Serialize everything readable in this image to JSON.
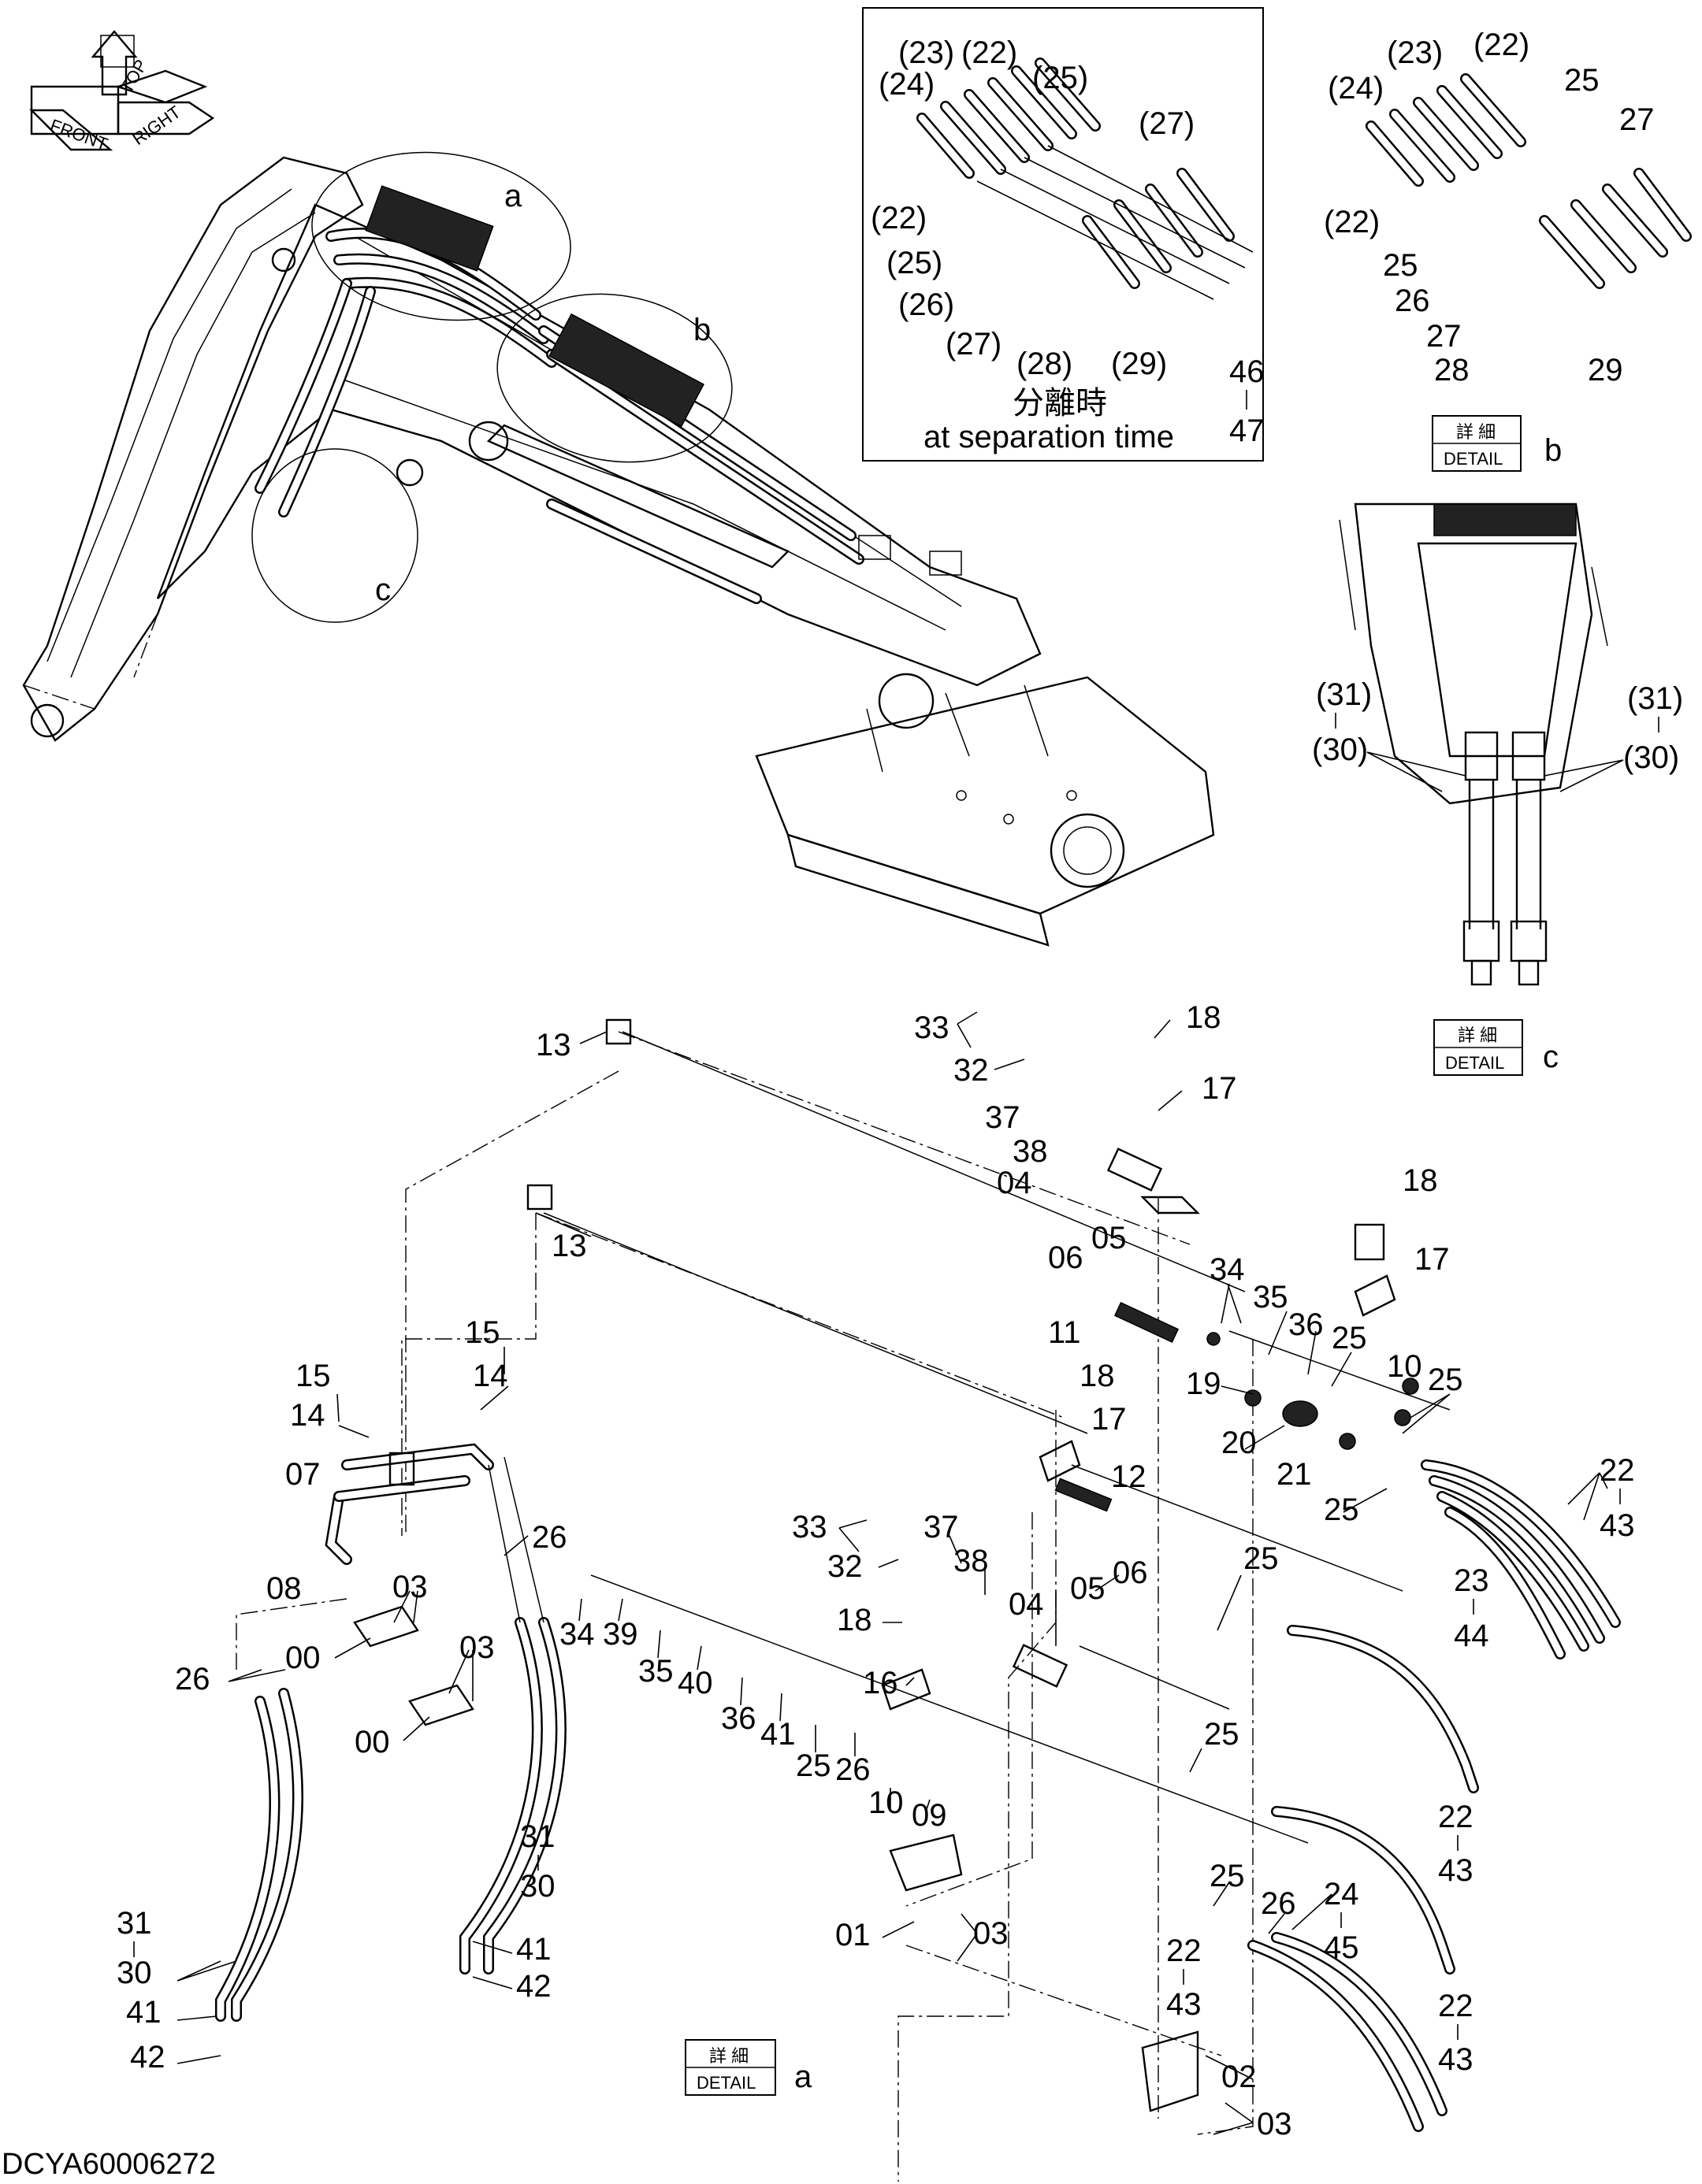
{
  "drawing_code": "DCYA60006272",
  "orientation": {
    "top": "TOP",
    "right": "RIGHT",
    "front": "FRONT"
  },
  "separation": {
    "jp": "分離時",
    "en": "at separation time"
  },
  "details": [
    {
      "jp": "詳 細",
      "en": "DETAIL",
      "letter": "a"
    },
    {
      "jp": "詳 細",
      "en": "DETAIL",
      "letter": "b"
    },
    {
      "jp": "詳 細",
      "en": "DETAIL",
      "letter": "c"
    }
  ],
  "zone_letters": [
    "a",
    "b",
    "c"
  ],
  "inset_sep_labels": [
    "(22)",
    "(23)",
    "(24)",
    "(25)",
    "(27)",
    "(22)",
    "(25)",
    "(26)",
    "(27)",
    "(28)",
    "(29)",
    "46",
    "47"
  ],
  "inset_b_labels": [
    "(22)",
    "(23)",
    "(24)",
    "25",
    "27",
    "(22)",
    "25",
    "26",
    "27",
    "28",
    "29"
  ],
  "inset_c_labels": [
    "(31)",
    "(30)",
    "(31)",
    "(30)"
  ],
  "parts": [
    "13",
    "13",
    "33",
    "32",
    "18",
    "17",
    "37",
    "38",
    "04",
    "06",
    "05",
    "18",
    "17",
    "34",
    "35",
    "36",
    "25",
    "10",
    "25",
    "11",
    "19",
    "20",
    "21",
    "25",
    "22",
    "43",
    "23",
    "44",
    "18",
    "17",
    "12",
    "15",
    "14",
    "15",
    "14",
    "07",
    "26",
    "08",
    "03",
    "00",
    "03",
    "00",
    "26",
    "31",
    "30",
    "31",
    "30",
    "41",
    "42",
    "41",
    "42",
    "33",
    "32",
    "37",
    "38",
    "04",
    "05",
    "06",
    "18",
    "16",
    "34",
    "39",
    "35",
    "40",
    "36",
    "41",
    "25",
    "26",
    "10",
    "09",
    "25",
    "25",
    "22",
    "43",
    "25",
    "26",
    "24",
    "45",
    "22",
    "43",
    "22",
    "43",
    "01",
    "03",
    "02",
    "03"
  ]
}
